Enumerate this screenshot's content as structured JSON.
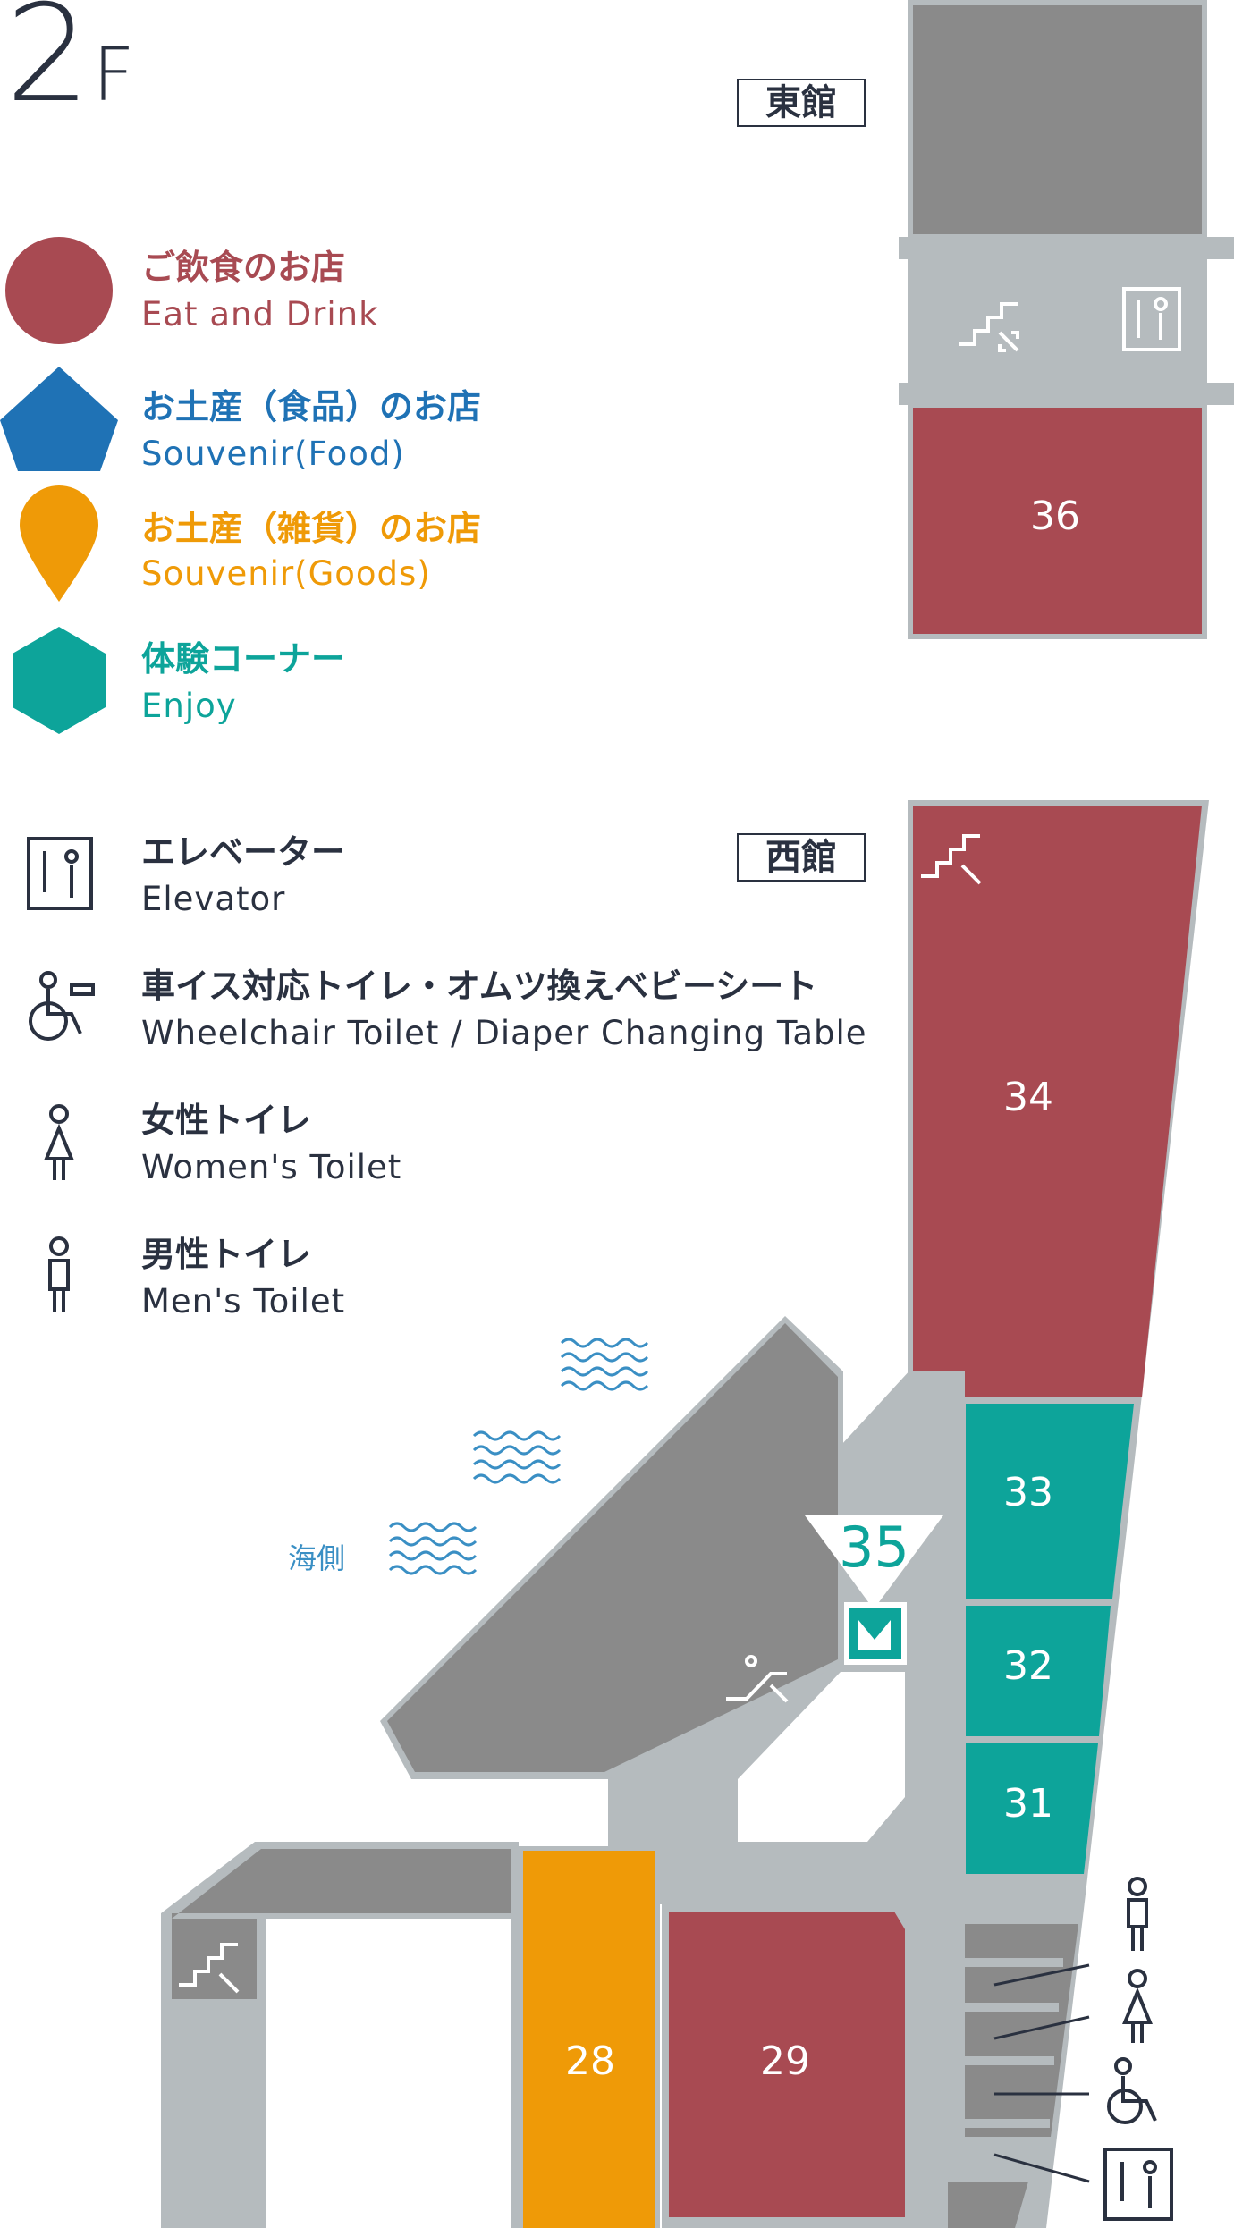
{
  "floor": {
    "number": "2",
    "suffix": "F"
  },
  "buildings": {
    "east": "東館",
    "west": "西館"
  },
  "colors": {
    "eat": "#a84a52",
    "food": "#1f72b5",
    "goods": "#ef9a07",
    "enjoy": "#0da49a",
    "structure": "#8a8a8a",
    "corridor": "#b5bbbe"
  },
  "legend": {
    "categories": [
      {
        "jp": "ご飲食のお店",
        "en": "Eat and Drink",
        "icon": "circle-icon"
      },
      {
        "jp": "お土産（食品）のお店",
        "en": "Souvenir(Food)",
        "icon": "pentagon-icon"
      },
      {
        "jp": "お土産（雑貨）のお店",
        "en": "Souvenir(Goods)",
        "icon": "pin-icon"
      },
      {
        "jp": "体験コーナー",
        "en": "Enjoy",
        "icon": "hexagon-icon"
      }
    ],
    "facilities": [
      {
        "jp": "エレベーター",
        "en": "Elevator",
        "icon": "elevator-icon"
      },
      {
        "jp": "車イス対応トイレ・オムツ換えベビーシート",
        "en": "Wheelchair Toilet / Diaper Changing Table",
        "icon": "wheelchair-icon"
      },
      {
        "jp": "女性トイレ",
        "en": "Women's Toilet",
        "icon": "women-toilet-icon"
      },
      {
        "jp": "男性トイレ",
        "en": "Men's Toilet",
        "icon": "men-toilet-icon"
      }
    ]
  },
  "map": {
    "sea_label": "海側",
    "shops": {
      "s36": "36",
      "s34": "34",
      "s33": "33",
      "s32": "32",
      "s31": "31",
      "s35": "35",
      "s28": "28",
      "s29": "29"
    }
  }
}
